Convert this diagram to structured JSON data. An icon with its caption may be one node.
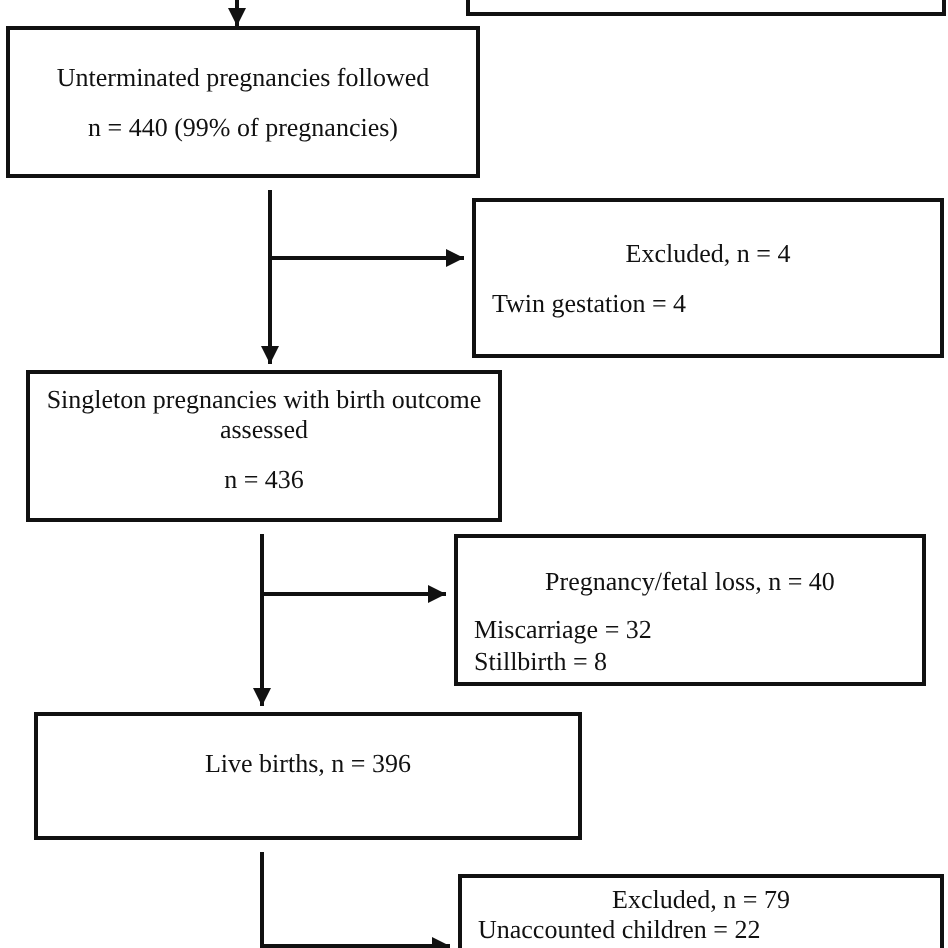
{
  "diagram": {
    "nodes": [
      {
        "text": [],
        "shape": "box"
      },
      {
        "text": [
          "Unterminated pregnancies followed",
          "n = 440 (99% of pregnancies)"
        ]
      },
      {
        "text": [
          "Excluded, n = 4",
          "Twin gestation = 4"
        ]
      },
      {
        "text": [
          "Singleton pregnancies with birth outcome assessed",
          "n = 436"
        ]
      },
      {
        "text": [
          "Pregnancy/fetal loss, n = 40",
          "Miscarriage = 32",
          "Stillbirth = 8"
        ]
      },
      {
        "text": [
          "Live births, n = 396"
        ]
      },
      {
        "text": [
          "Excluded, n = 79",
          "Unaccounted children = 22"
        ]
      }
    ],
    "edges": [
      {
        "from": null,
        "to": 1,
        "arrow": "to"
      },
      {
        "from": 1,
        "to": 2,
        "arrow": "to"
      },
      {
        "from": 1,
        "to": 3,
        "arrow": "to"
      },
      {
        "from": 3,
        "to": 4,
        "arrow": "to"
      },
      {
        "from": 3,
        "to": 5,
        "arrow": "to"
      },
      {
        "from": 5,
        "to": 6,
        "arrow": "to"
      },
      {
        "from": 5,
        "to": null,
        "arrow": "none"
      }
    ]
  }
}
